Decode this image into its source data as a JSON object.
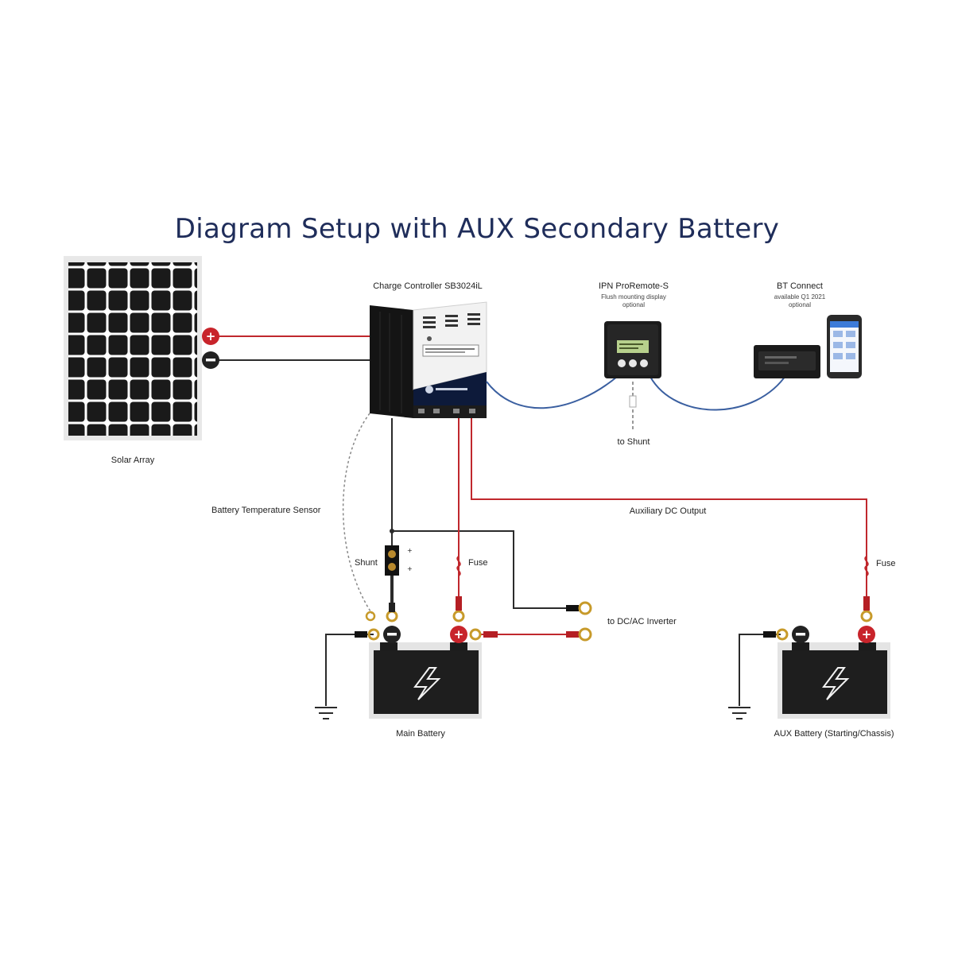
{
  "title": "Diagram Setup with AUX Secondary Battery",
  "labels": {
    "solar_array": "Solar Array",
    "charge_controller": "Charge Controller SB3024iL",
    "ipn_remote_title": "IPN ProRemote-S",
    "ipn_remote_sub1": "Flush mounting display",
    "ipn_remote_sub2": "optional",
    "bt_connect_title": "BT Connect",
    "bt_connect_sub1": "available Q1 2021",
    "bt_connect_sub2": "optional",
    "to_shunt": "to Shunt",
    "battery_temp_sensor": "Battery Temperature  Sensor",
    "auxiliary_dc_output": "Auxiliary DC Output",
    "shunt": "Shunt",
    "fuse_main": "Fuse",
    "fuse_aux": "Fuse",
    "to_inverter": "to DC/AC Inverter",
    "main_battery": "Main Battery",
    "aux_battery": "AUX Battery  (Starting/Chassis)"
  },
  "colors": {
    "title": "#1f2d5a",
    "positive_wire": "#c0282d",
    "negative_wire": "#2b2b2b",
    "data_cable": "#3a5fa0",
    "terminal_positive": "#c8242b",
    "terminal_negative": "#222222"
  },
  "icons": {
    "solar_panel": "solar-panel-icon",
    "controller": "charge-controller-icon",
    "remote": "remote-display-icon",
    "bt": "bluetooth-module-icon",
    "phone": "smartphone-icon",
    "battery": "battery-icon",
    "ground": "ground-icon",
    "fuse": "fuse-icon",
    "ring": "ring-terminal-icon"
  }
}
